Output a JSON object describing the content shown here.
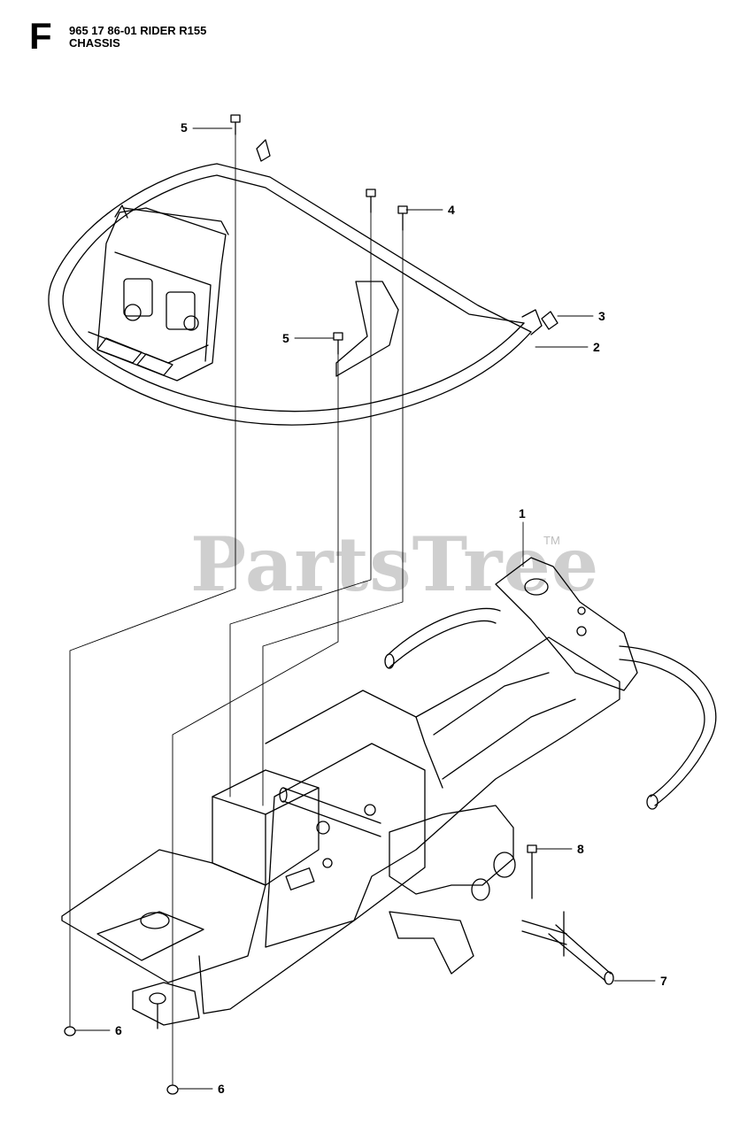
{
  "header": {
    "section_letter": "F",
    "line1": "965 17 86-01 RIDER R155",
    "line2": "CHASSIS"
  },
  "watermark": {
    "text": "PartsTree",
    "tm": "TM"
  },
  "callouts": [
    {
      "id": "c5a",
      "label": "5"
    },
    {
      "id": "c4",
      "label": "4"
    },
    {
      "id": "c3",
      "label": "3"
    },
    {
      "id": "c2",
      "label": "2"
    },
    {
      "id": "c5b",
      "label": "5"
    },
    {
      "id": "c1",
      "label": "1"
    },
    {
      "id": "c8",
      "label": "8"
    },
    {
      "id": "c7",
      "label": "7"
    },
    {
      "id": "c6a",
      "label": "6"
    },
    {
      "id": "c6b",
      "label": "6"
    }
  ]
}
